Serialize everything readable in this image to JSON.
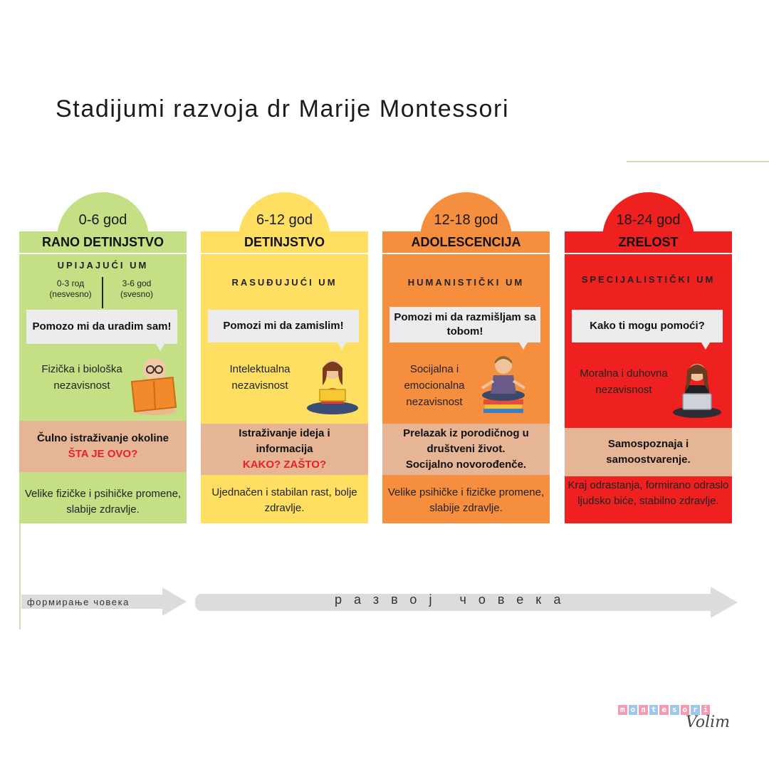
{
  "title": "Stadijumi razvoja dr Marije Montessori",
  "colors": {
    "green": "#c5df85",
    "yellow": "#fedf62",
    "orange": "#f58f3f",
    "red": "#ef2020",
    "peach": "#e5b596",
    "question_red": "#e8202a",
    "arrow_gray": "#dcdcdc",
    "line_green": "#d3dba6"
  },
  "stages": [
    {
      "age": "0-6 god",
      "name": "RANO DETINJSTVO",
      "mind": "UPIJAJUĆI UM",
      "substages": [
        {
          "range": "0-3 год",
          "note": "(nesvesno)"
        },
        {
          "range": "3-6 god",
          "note": "(svesno)"
        }
      ],
      "quote": "Pomozo mi da uradim sam!",
      "independence": "Fizička i biološka nezavisnost",
      "exploration": "Čulno istraživanje okoline",
      "question": "ŠTA JE OVO?",
      "growth": "Velike fizičke i psihičke promene, slabije zdravlje.",
      "figure_icon": "baby-reading-book-icon"
    },
    {
      "age": "6-12 god",
      "name": "DETINJSTVO",
      "mind": "RASUĐUJUĆI UM",
      "quote": "Pomozi mi da zamislim!",
      "independence": "Intelektualna nezavisnost",
      "exploration": "Istraživanje ideja i informacija",
      "question": "KAKO? ZAŠTO?",
      "growth": "Ujednačen i stabilan rast, bolje zdravlje.",
      "figure_icon": "girl-reading-icon"
    },
    {
      "age": "12-18 god",
      "name": "ADOLESCENCIJA",
      "mind": "HUMANISTIČKI UM",
      "quote": "Pomozi mi da razmišljam sa tobom!",
      "independence": "Socijalna i emocionalna nezavisnost",
      "exploration_lines": [
        "Prelazak iz porodičnog u",
        "društveni život.",
        "Socijalno novorođenče."
      ],
      "growth": "Velike psihičke i fizičke promene, slabije zdravlje.",
      "figure_icon": "teen-meditating-on-books-icon"
    },
    {
      "age": "18-24 god",
      "name": "ZRELOST",
      "mind": "SPECIJALISTIČKI UM",
      "quote": "Kako ti mogu pomoći?",
      "independence": "Moralna i duhovna nezavisnost",
      "exploration_lines": [
        "Samospoznaja i",
        "samoostvarenje."
      ],
      "growth": "Kraj odrastanja, formirano odraslo ljudsko biće, stabilno zdravlje.",
      "figure_icon": "woman-with-laptop-icon"
    }
  ],
  "arrows": {
    "left_label": "формирање човека",
    "right_label": "развој човека"
  },
  "logo": {
    "letters": [
      "m",
      "o",
      "n",
      "t",
      "e",
      "s",
      "o",
      "r",
      "i"
    ],
    "script": "Volim"
  }
}
